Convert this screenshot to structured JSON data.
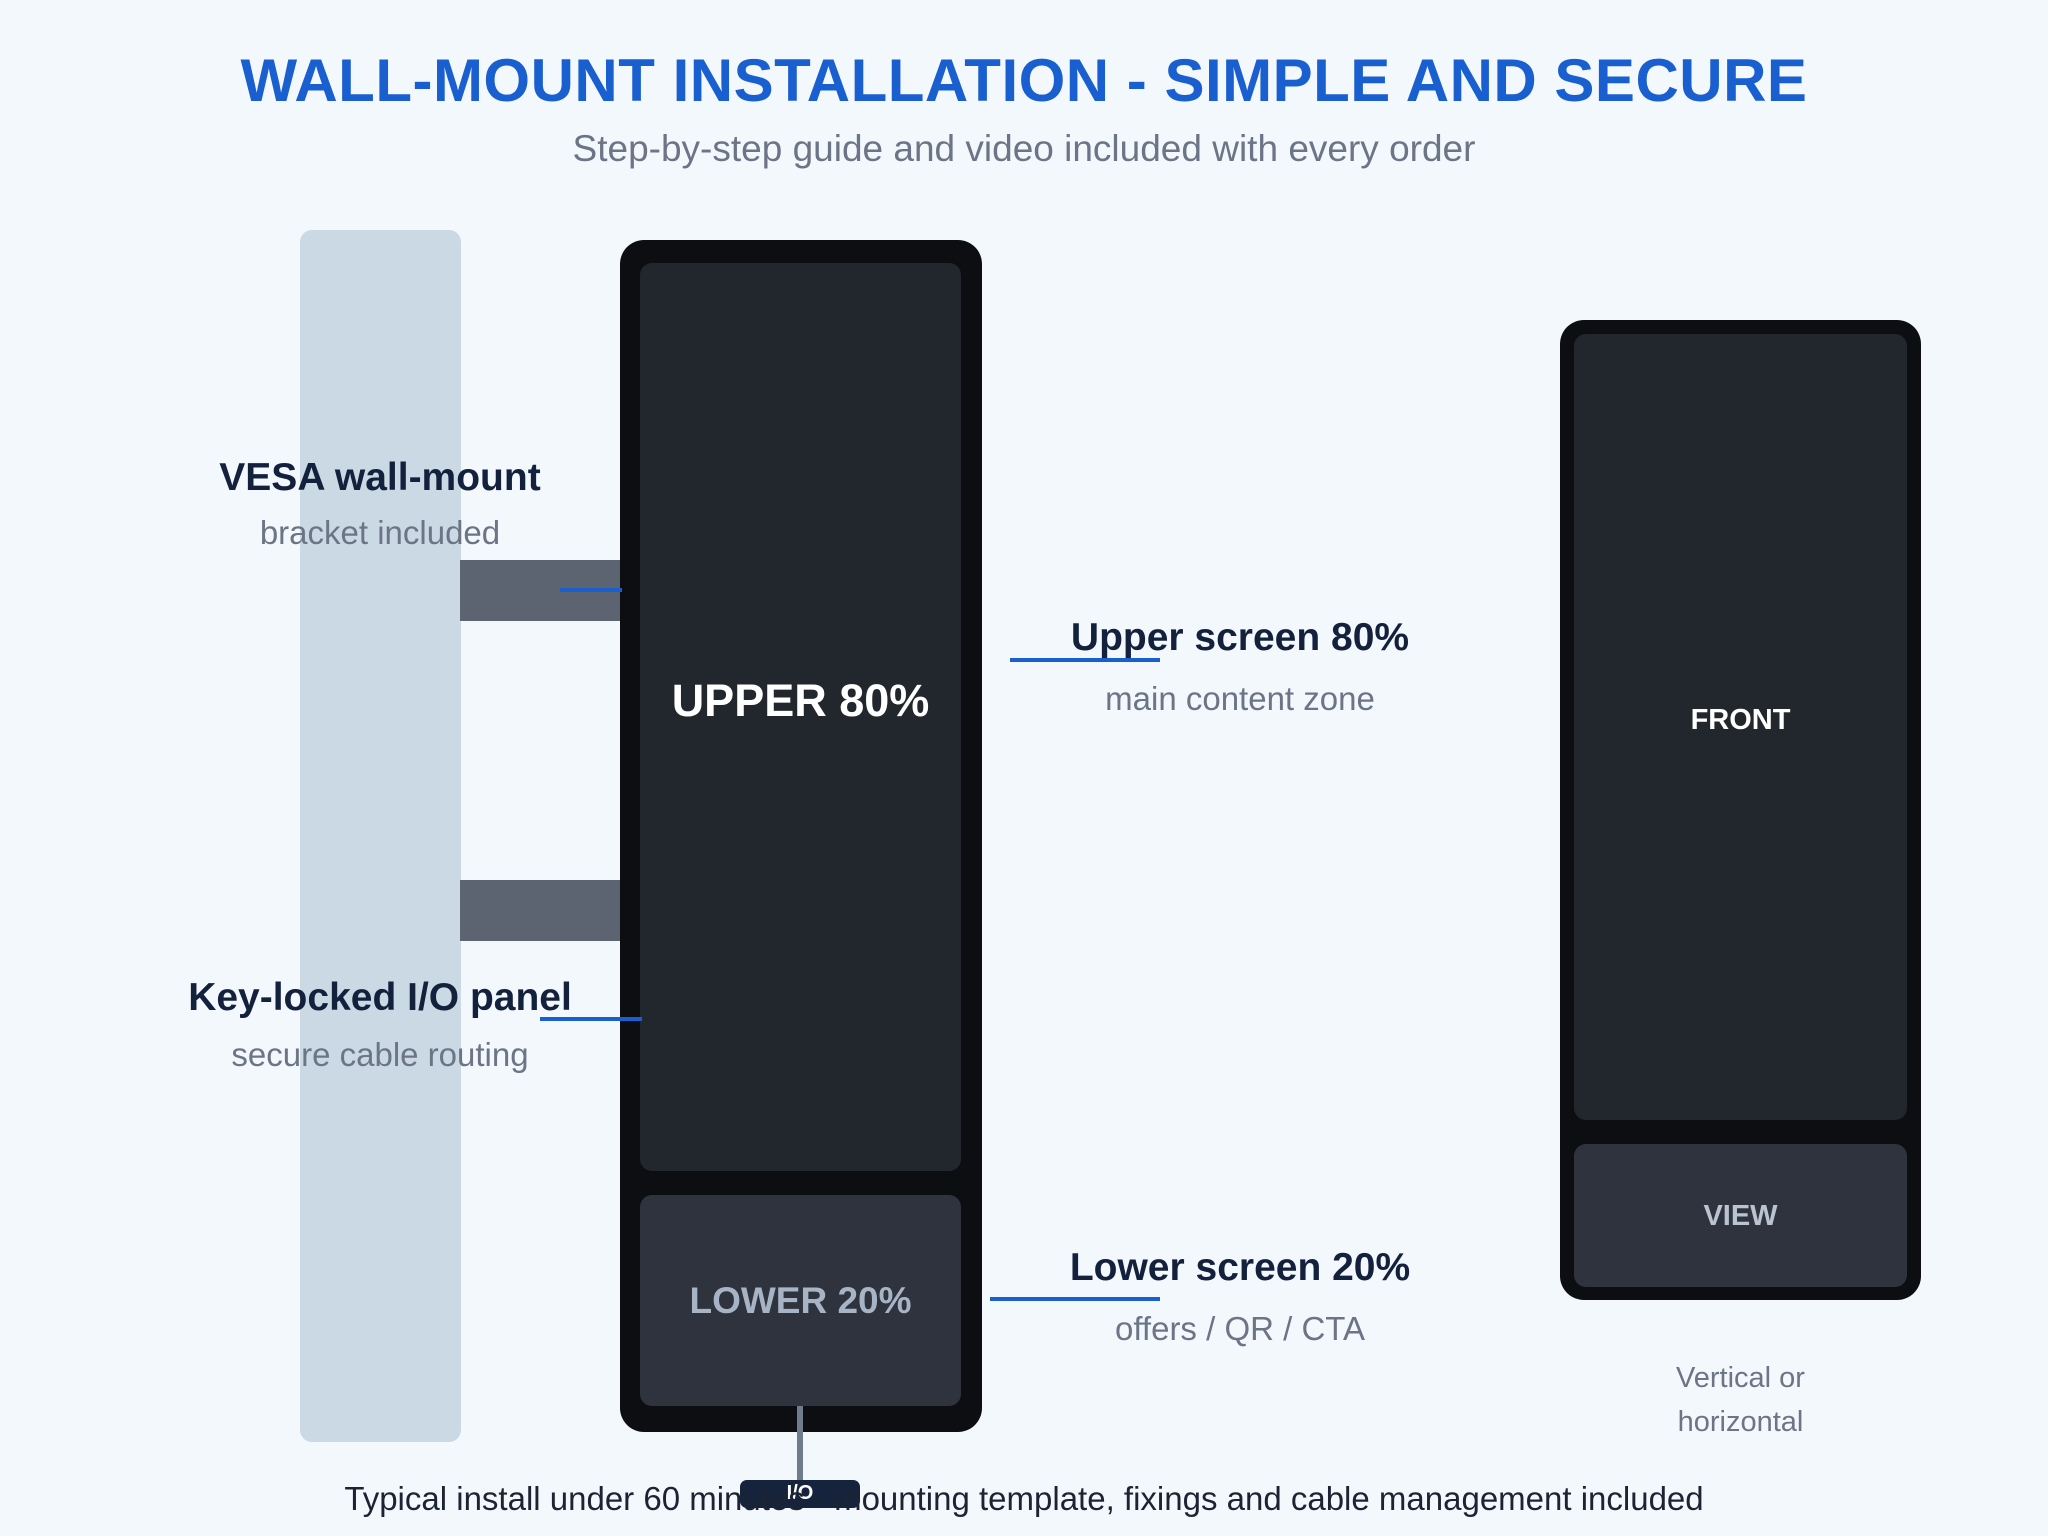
{
  "header": {
    "title": "WALL-MOUNT INSTALLATION - SIMPLE AND SECURE",
    "subtitle": "Step-by-step guide and video included with every order"
  },
  "side_view": {
    "upper_label": "UPPER 80%",
    "lower_label": "LOWER 20%",
    "io_port_label": "I/O"
  },
  "front_view": {
    "upper_label": "FRONT",
    "lower_label": "VIEW",
    "orientation_line1": "Vertical or",
    "orientation_line2": "horizontal"
  },
  "callouts": {
    "vesa": {
      "title": "VESA wall-mount",
      "subtitle": "bracket included"
    },
    "io_panel": {
      "title": "Key-locked I/O panel",
      "subtitle": "secure cable routing"
    },
    "upper_screen": {
      "title": "Upper screen 80%",
      "subtitle": "main content zone"
    },
    "lower_screen": {
      "title": "Lower screen 20%",
      "subtitle": "offers / QR / CTA"
    }
  },
  "footer": {
    "text": "Typical install under 60 minutes - mounting template, fixings and cable management included"
  },
  "colors": {
    "accent": "#1a5fcf",
    "background": "#f3f8fd",
    "wall": "#cbd9e5",
    "bracket": "#5c6471",
    "device_frame": "#0c0e11",
    "upper_screen": "#22262d",
    "lower_screen": "#2f333d"
  }
}
